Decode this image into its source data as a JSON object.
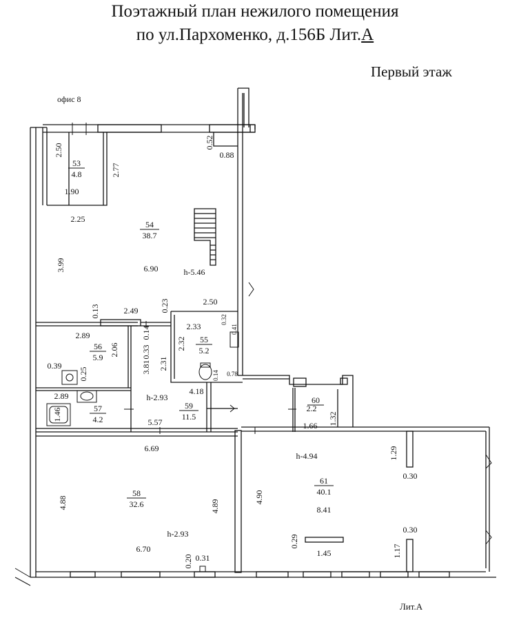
{
  "title": {
    "line1": "Поэтажный план  нежилого помещения",
    "line2_prefix": "по ул.Пархоменко, д.156Б Лит.",
    "line2_letter": "А"
  },
  "floor_label": "Первый этаж",
  "footer_label": "Лит.А",
  "office_label": "офис 8",
  "rooms": [
    {
      "number": "53",
      "area": "4.8"
    },
    {
      "number": "54",
      "area": "38.7"
    },
    {
      "number": "55",
      "area": "5.2"
    },
    {
      "number": "56",
      "area": "5.9"
    },
    {
      "number": "57",
      "area": "4.2"
    },
    {
      "number": "58",
      "area": "32.6"
    },
    {
      "number": "59",
      "area": "11.5"
    },
    {
      "number": "60",
      "area": "2.2"
    },
    {
      "number": "61",
      "area": "40.1"
    }
  ],
  "dimensions": [
    "2.50",
    "2.77",
    "1.90",
    "2.25",
    "0.52",
    "0.88",
    "3.99",
    "6.90",
    "h-5.46",
    "0.13",
    "2.49",
    "0.23",
    "2.50",
    "2.33",
    "0.32",
    "0.41",
    "2.32",
    "0.78",
    "0.14",
    "2.89",
    "2.06",
    "0.14",
    "0.33",
    "3.81",
    "2.31",
    "0.39",
    "0.25",
    "2.89",
    "1.46",
    "h-2.93",
    "4.18",
    "5.57",
    "1.66",
    "1.32",
    "6.69",
    "4.88",
    "4.89",
    "h-2.93",
    "6.70",
    "0.20",
    "0.31",
    "h-4.94",
    "1.29",
    "0.30",
    "4.90",
    "8.41",
    "0.29",
    "1.45",
    "0.30",
    "1.17"
  ]
}
